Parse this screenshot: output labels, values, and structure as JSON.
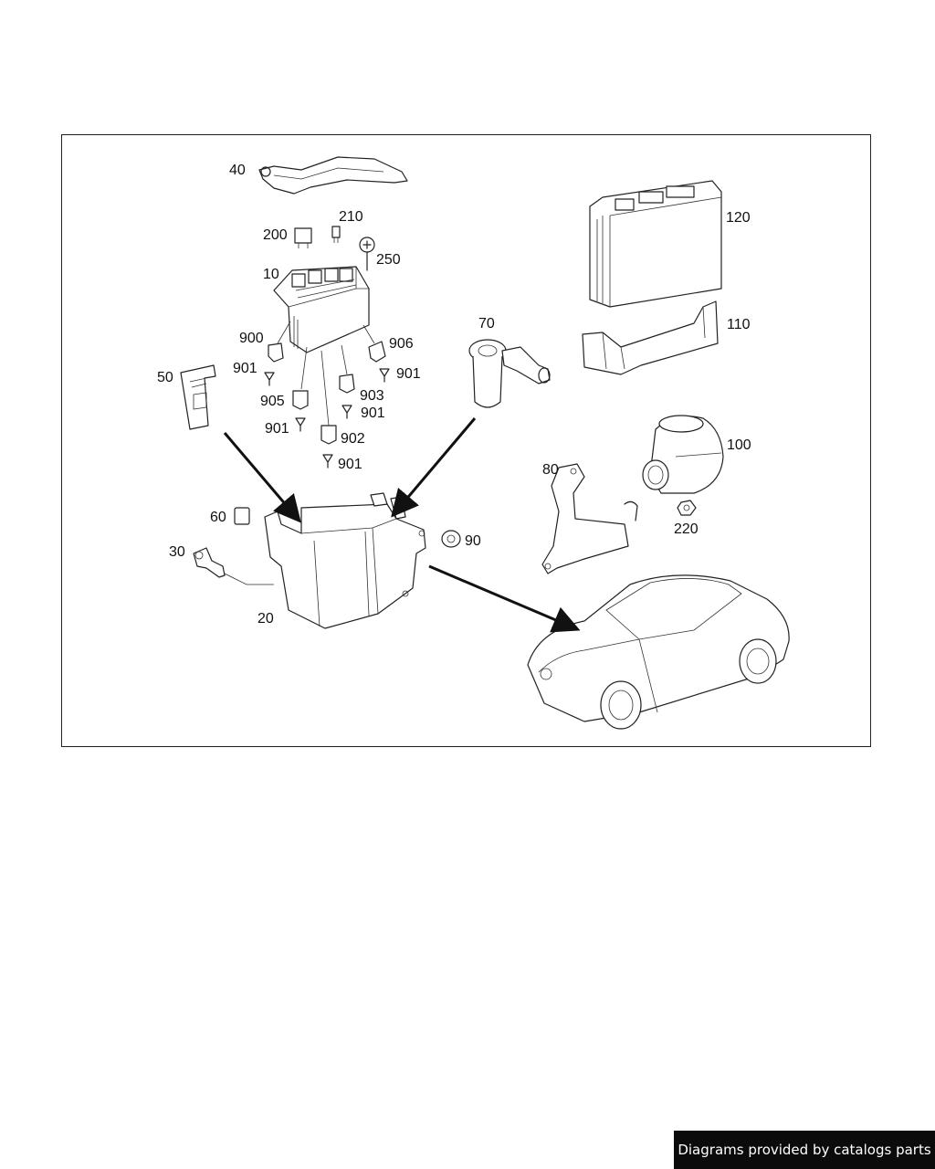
{
  "diagram": {
    "callouts": {
      "c10": "10",
      "c20": "20",
      "c30": "30",
      "c40": "40",
      "c50": "50",
      "c60": "60",
      "c70": "70",
      "c80": "80",
      "c90": "90",
      "c100": "100",
      "c110": "110",
      "c120": "120",
      "c200": "200",
      "c210": "210",
      "c220": "220",
      "c250": "250",
      "c900": "900",
      "c901a": "901",
      "c901b": "901",
      "c901c": "901",
      "c901d": "901",
      "c901e": "901",
      "c902": "902",
      "c903": "903",
      "c905": "905",
      "c906": "906"
    }
  },
  "footer": {
    "text": "Diagrams provided by catalogs parts"
  }
}
